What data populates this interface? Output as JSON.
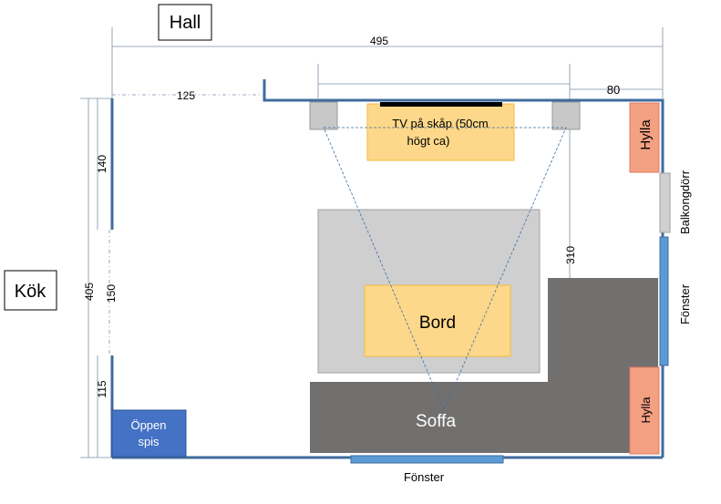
{
  "rooms": {
    "hall": "Hall",
    "kok": "Kök"
  },
  "dimensions": {
    "total_width": "495",
    "wall_to_hall_opening": "125",
    "right_segment": "80",
    "total_height": "405",
    "upper_wall": "140",
    "opening": "150",
    "lower_wall": "115",
    "tv_to_sofa": "310"
  },
  "furniture": {
    "tv_label_line1": "TV på skåp (50cm",
    "tv_label_line2": "högt ca)",
    "table": "Bord",
    "sofa": "Soffa",
    "fireplace_line1": "Öppen",
    "fireplace_line2": "spis",
    "shelf_top": "Hylla",
    "shelf_bottom": "Hylla"
  },
  "openings": {
    "balcony_door": "Balkongdörr",
    "window_right": "Fönster",
    "window_bottom": "Fönster"
  },
  "colors": {
    "wall": "#3f6d9e",
    "rug": "#cfcfcf",
    "sofa": "#72706f",
    "table": "#fdd88a",
    "tv_cabinet": "#fdd88a",
    "shelf": "#f4a083",
    "window": "#5b9bd5",
    "fireplace": "#4472c4",
    "speaker": "#c8c8c8",
    "door": "#d0d0d0"
  }
}
